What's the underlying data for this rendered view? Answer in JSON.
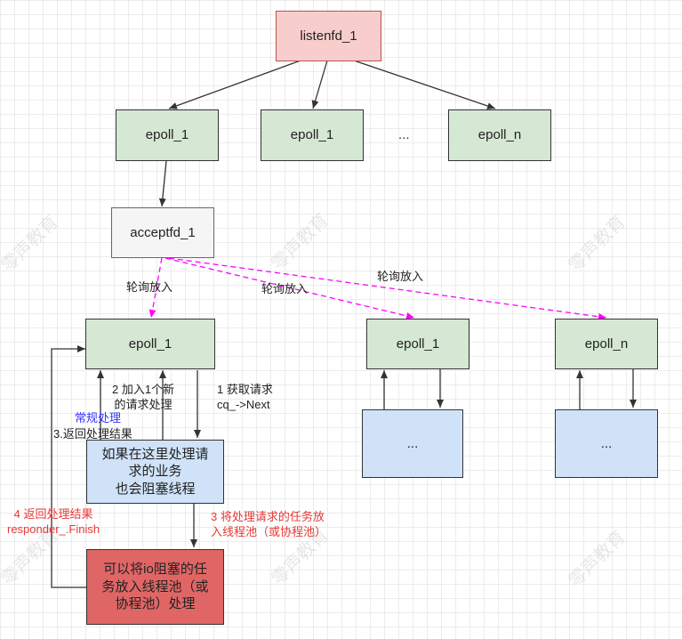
{
  "nodes": {
    "listenfd": "listenfd_1",
    "epoll_top_1": "epoll_1",
    "epoll_top_2": "epoll_1",
    "epoll_top_ellipsis": "...",
    "epoll_top_n": "epoll_n",
    "acceptfd": "acceptfd_1",
    "epoll_mid_1": "epoll_1",
    "epoll_mid_2": "epoll_1",
    "epoll_mid_n": "epoll_n",
    "business": [
      "如果在这里处理请",
      "求的业务",
      "也会阻塞线程"
    ],
    "threadpool": [
      "可以将io阻塞的任",
      "务放入线程池（或",
      "协程池）处理"
    ],
    "sub_box_2": "...",
    "sub_box_n": "..."
  },
  "labels": {
    "poll_1": "轮询放入",
    "poll_2": "轮询放入",
    "poll_3": "轮询放入",
    "step2": [
      "2 加入1个新",
      "的请求处理"
    ],
    "step1": [
      "1 获取请求",
      "cq_->Next"
    ],
    "normal": "常规处理",
    "return3": "3.返回处理结果",
    "step3_red": [
      "3 将处理请求的任务放",
      "入线程池（或协程池）"
    ],
    "step4_red": [
      "4 返回处理结果",
      "responder_.Finish"
    ]
  },
  "watermark": "零声教育",
  "colors": {
    "pink": "#f8cecc",
    "green": "#d5e8d4",
    "blue": "#cfe2f8",
    "red": "#e06666",
    "magenta": "#ff00ff",
    "label_red": "#e53935",
    "label_blue": "#3333ff"
  }
}
